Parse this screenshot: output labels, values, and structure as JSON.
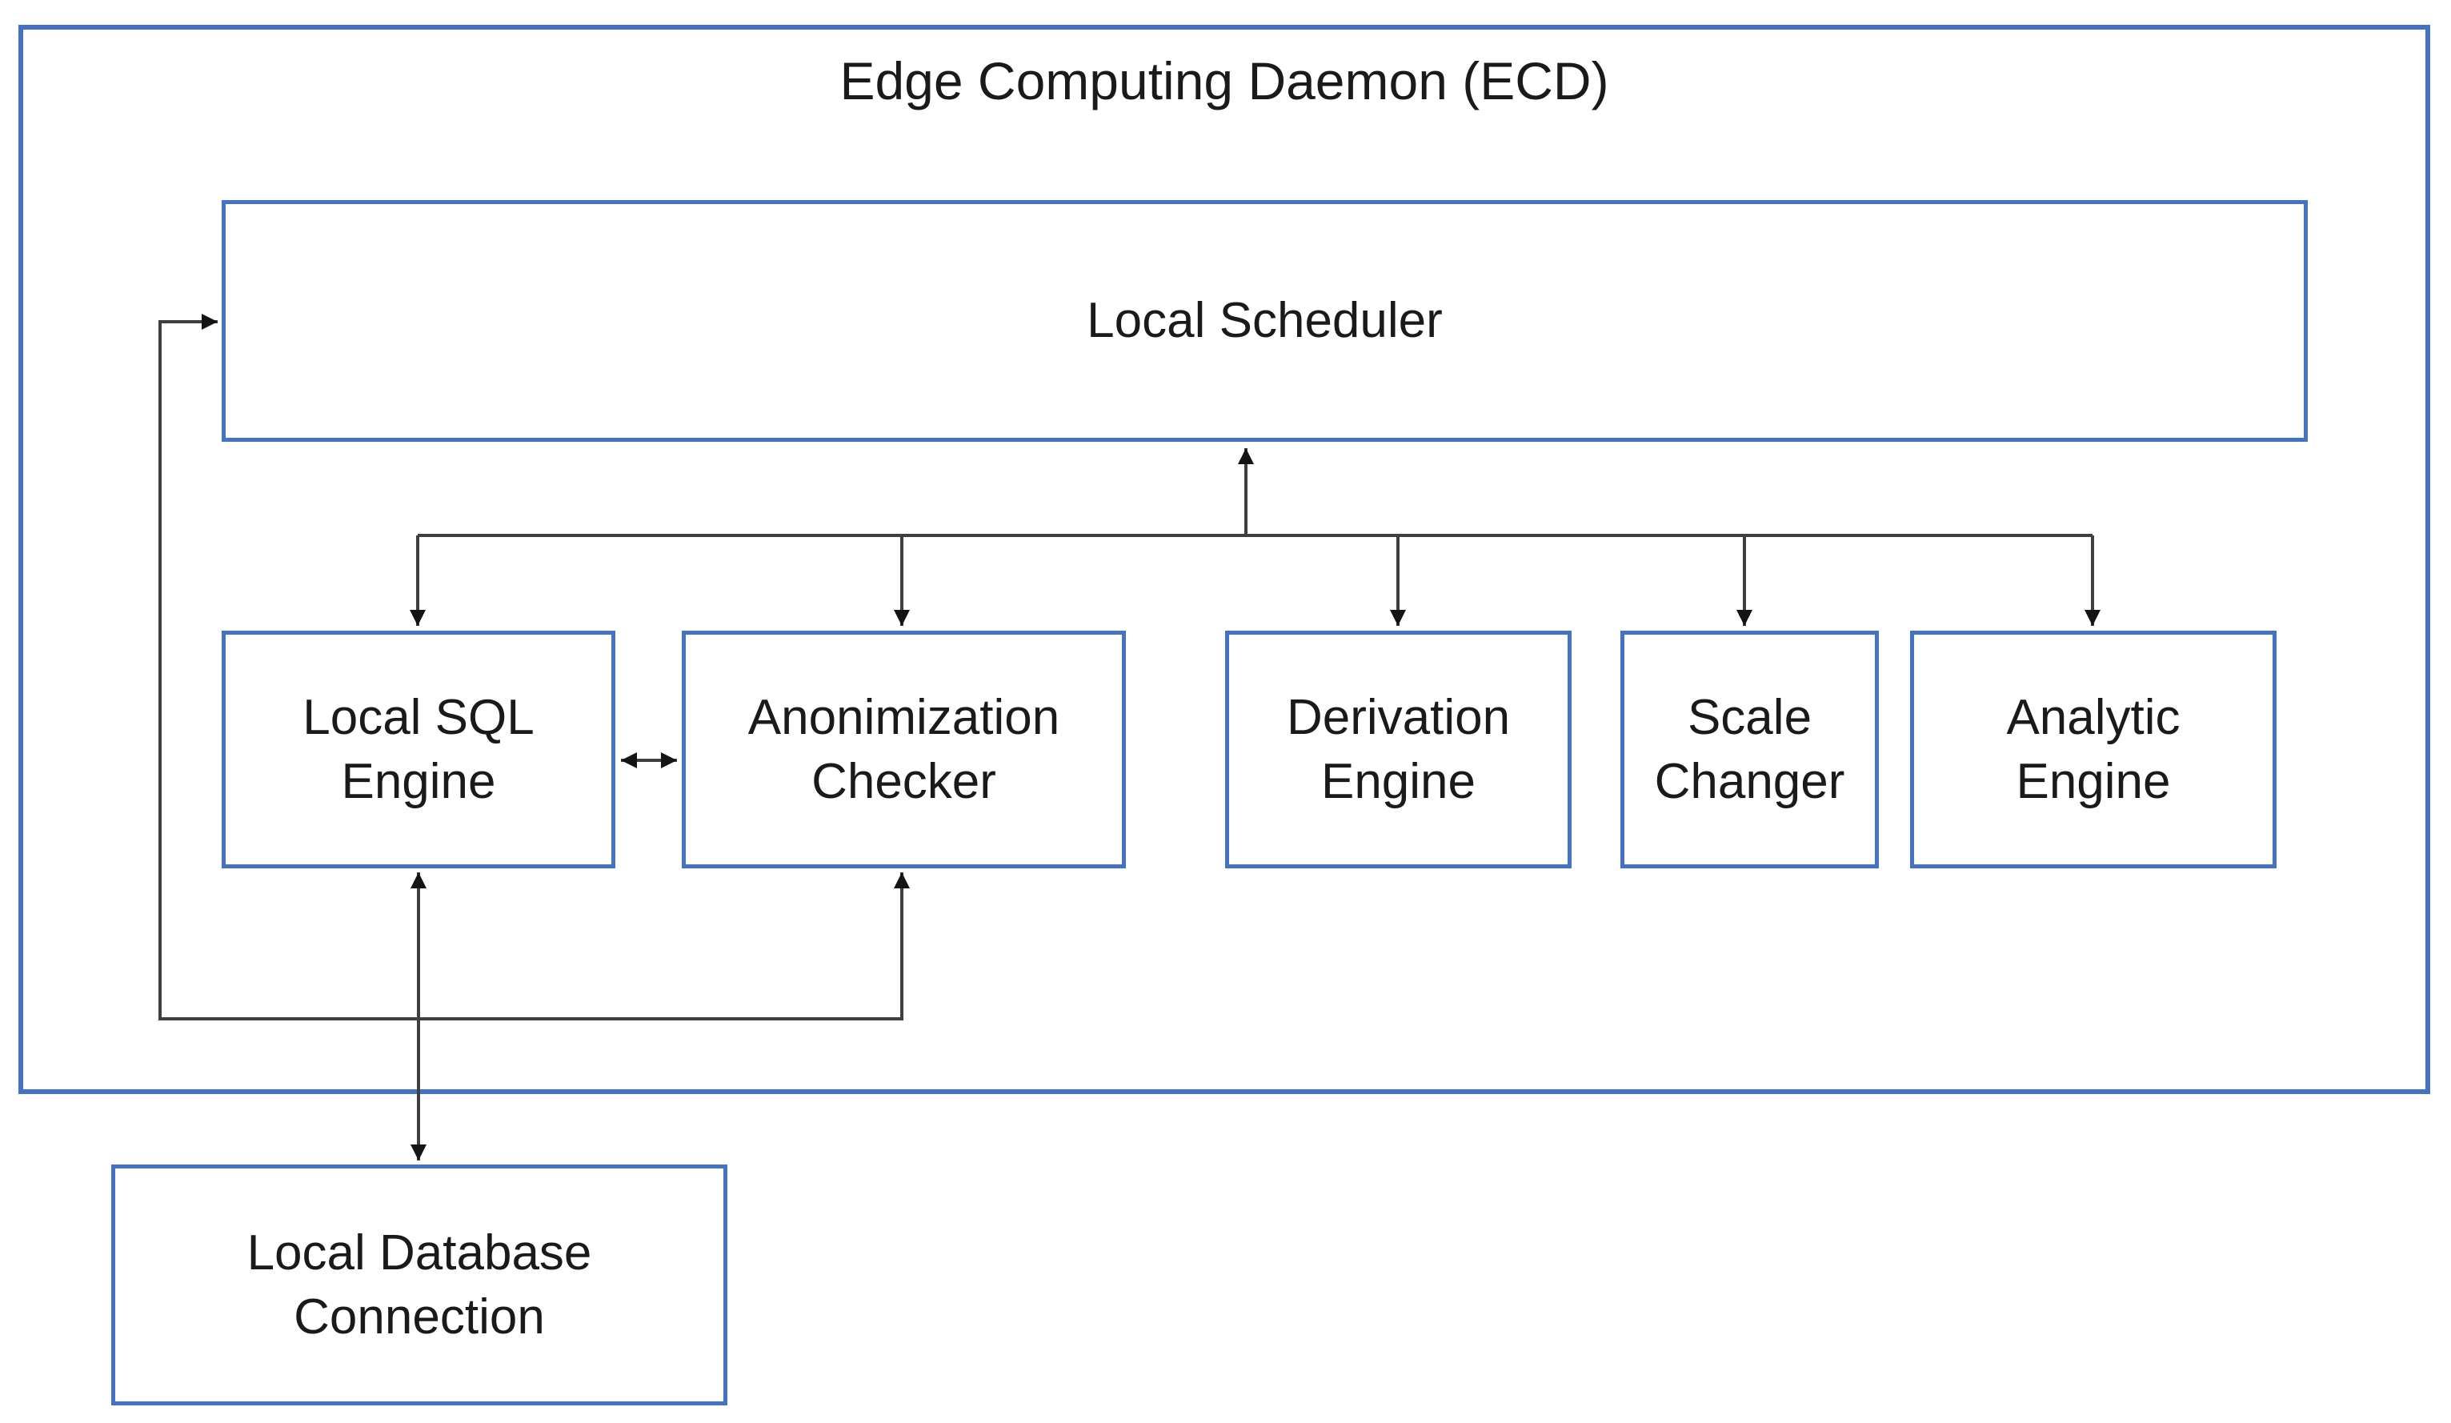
{
  "diagram": {
    "title": "Edge Computing Daemon (ECD)",
    "scheduler_label": "Local Scheduler",
    "modules": [
      {
        "id": "local-sql-engine",
        "label": "Local SQL Engine"
      },
      {
        "id": "anonimization-checker",
        "label": "Anonimization Checker"
      },
      {
        "id": "derivation-engine",
        "label": "Derivation Engine"
      },
      {
        "id": "scale-changer",
        "label": "Scale Changer"
      },
      {
        "id": "analytic-engine",
        "label": "Analytic Engine"
      }
    ],
    "external_label": "Local Database Connection",
    "colors": {
      "box_border": "#4472C4",
      "connector": "#3f3f3f",
      "arrowhead": "#141414",
      "text": "#1a1a1a",
      "background": "#ffffff"
    },
    "connections": [
      {
        "from": "module-bus",
        "to": "local-scheduler",
        "arrows": "into-scheduler"
      },
      {
        "from": "module-bus",
        "to": "local-sql-engine",
        "arrows": "down"
      },
      {
        "from": "module-bus",
        "to": "anonimization-checker",
        "arrows": "down"
      },
      {
        "from": "module-bus",
        "to": "derivation-engine",
        "arrows": "down"
      },
      {
        "from": "module-bus",
        "to": "scale-changer",
        "arrows": "down"
      },
      {
        "from": "module-bus",
        "to": "analytic-engine",
        "arrows": "down"
      },
      {
        "from": "local-sql-engine",
        "to": "anonimization-checker",
        "arrows": "both"
      },
      {
        "from": "local-sql-engine",
        "to": "local-database-connection",
        "arrows": "both"
      },
      {
        "from": "anonimization-checker",
        "to": "local-scheduler",
        "arrows": "both",
        "shape": "elbow"
      }
    ]
  }
}
